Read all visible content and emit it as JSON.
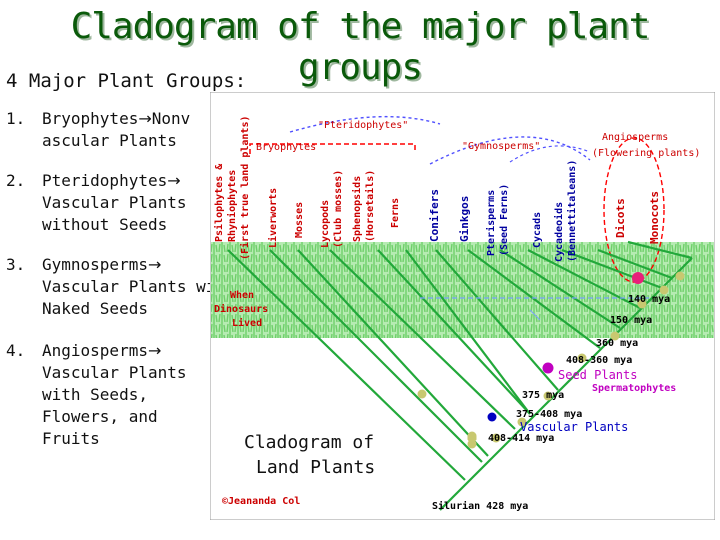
{
  "title": "Cladogram of the major plant groups",
  "subtitle": "4 Major Plant Groups:",
  "groups": [
    {
      "num": "1.",
      "name": "Bryophytes",
      "desc": "Nonv ascular Plants"
    },
    {
      "num": "2.",
      "name": "Pteridophytes",
      "desc": "Vascular Plants without Seeds"
    },
    {
      "num": "3.",
      "name": "Gymnosperms",
      "desc": "Vascular Plants with Naked Seeds"
    },
    {
      "num": "4.",
      "name": "Angiosperms",
      "desc": "Vascular Plants with Seeds, Flowers, and Fruits"
    }
  ],
  "arrow_glyph": "→",
  "diagram": {
    "bracket_bryophytes": "Bryophytes",
    "bracket_pteridophytes": "\"Pteridophytes\"",
    "bracket_gymnosperms": "\"Gymnosperms\"",
    "bracket_angiosperms_1": "Angiosperms",
    "bracket_angiosperms_2": "(Flowering plants)",
    "psilophytes_1": "Psilophytes &",
    "psilophytes_2": "Rhyniophytes",
    "psilophytes_3": "(First true land plants)",
    "taxa": {
      "liverworts": "Liverworts",
      "mosses": "Mosses",
      "lycopods_1": "Lycopods",
      "lycopods_2": "(Club mosses)",
      "sphenopsids_1": "Sphenopsids",
      "sphenopsids_2": "(Horsetails)",
      "ferns": "Ferns",
      "conifers": "Conifers",
      "ginkgos": "Ginkgos",
      "pterisperms_1": "Pterisperms",
      "pterisperms_2": "(Seed Ferns)",
      "cycads": "Cycads",
      "cycadeoids_1": "Cycadeoids",
      "cycadeoids_2": "(Bennettitaleans)",
      "dicots": "Dicots",
      "monocots": "Monocots"
    },
    "dinosaurs_1": "When",
    "dinosaurs_2": "Dinosaurs",
    "dinosaurs_3": "Lived",
    "time_140": "140 mya",
    "time_150": "150 mya",
    "time_360": "360 mya",
    "time_408_360": "408-360 mya",
    "seed_plants": "Seed Plants",
    "spermatophytes": "Spermatophytes",
    "time_375": "375 mya",
    "time_375_408": "375-408 mya",
    "vascular_plants": "Vascular Plants",
    "time_408_414": "408-414 mya",
    "time_silurian": "Silurian 428 mya",
    "inset_title_1": "Cladogram of",
    "inset_title_2": "Land Plants",
    "copyright": "©Jeananda Col"
  },
  "colors": {
    "title_green": "#0a5a0a",
    "branch_green": "#22a83a",
    "grass_green": "#7ed37a",
    "magenta": "#c000c0",
    "blue": "#0000c0",
    "red": "#cc0000",
    "node_khaki": "#c8c870",
    "node_pink": "#e8207a"
  }
}
